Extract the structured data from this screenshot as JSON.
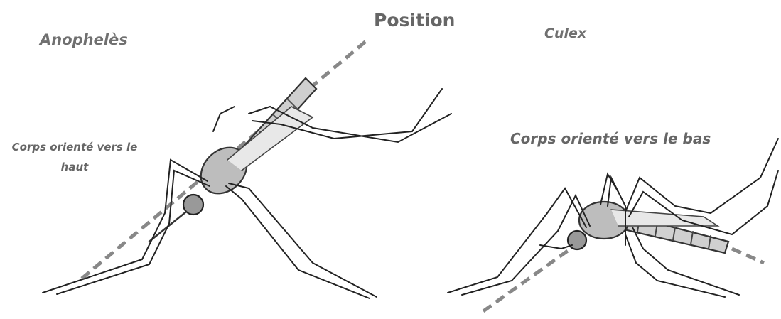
{
  "title": "Position",
  "left_panel": {
    "species": "Anophelès",
    "orientation": "Corps orienté vers le haut"
  },
  "right_panel": {
    "species": "Culex",
    "orientation": "Corps orienté vers le bas"
  },
  "colors": {
    "text": "#6a6a6a",
    "ink": "#222222",
    "background": "#ffffff"
  }
}
